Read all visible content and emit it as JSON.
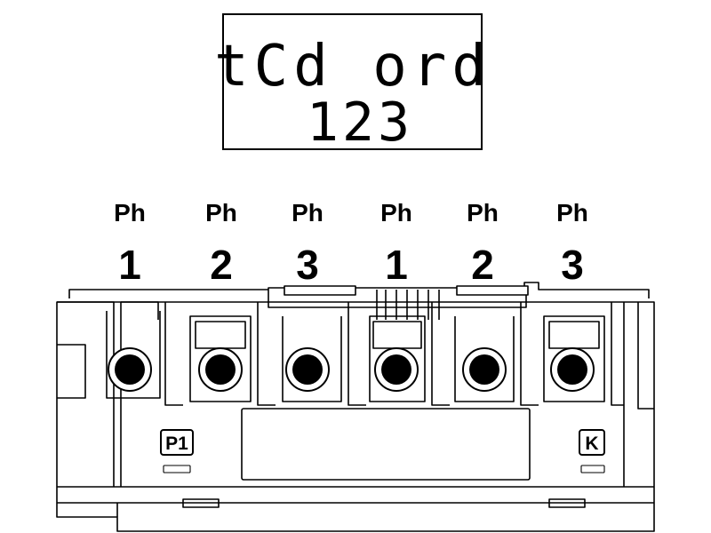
{
  "display": {
    "line1": "tCd ord",
    "line2": "123"
  },
  "terminals": [
    {
      "label": "Ph",
      "number": "1"
    },
    {
      "label": "Ph",
      "number": "2"
    },
    {
      "label": "Ph",
      "number": "3"
    },
    {
      "label": "Ph",
      "number": "1"
    },
    {
      "label": "Ph",
      "number": "2"
    },
    {
      "label": "Ph",
      "number": "3"
    }
  ],
  "markings": {
    "left": "P1",
    "right": "K"
  }
}
